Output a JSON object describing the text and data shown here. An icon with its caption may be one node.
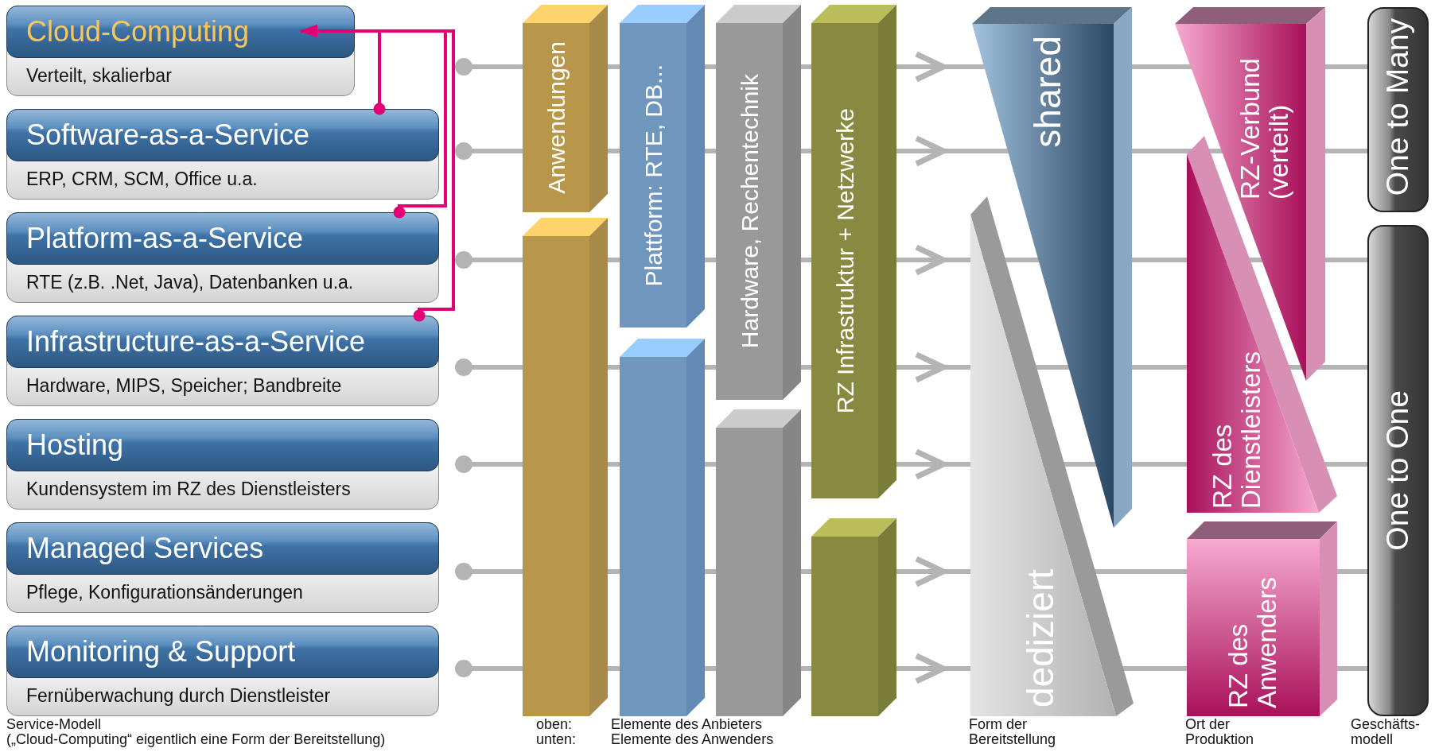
{
  "diagram": {
    "nodes": [
      {
        "text": [
          "Cloud-Computing",
          "Verteilt, skalierbar"
        ]
      },
      {
        "text": [
          "Software-as-a-Service",
          "ERP, CRM, SCM, Office u.a."
        ]
      },
      {
        "text": [
          "Platform-as-a-Service",
          "RTE (z.B. .Net, Java), Datenbanken u.a."
        ]
      },
      {
        "text": [
          "Infrastructure-as-a-Service",
          "Hardware, MIPS, Speicher; Bandbreite"
        ]
      },
      {
        "text": [
          "Hosting",
          "Kundensystem im RZ des Dienstleisters"
        ]
      },
      {
        "text": [
          "Managed Services",
          "Pflege, Konfigurationsänderungen"
        ]
      },
      {
        "text": [
          "Monitoring & Support",
          "Fernüberwachung durch Dienstleister"
        ]
      },
      {
        "text": [
          "Anwendungen"
        ]
      },
      {
        "text": [],
        "shape": "box"
      },
      {
        "text": [
          "Plattform: RTE, DB..."
        ]
      },
      {
        "text": [],
        "shape": "box"
      },
      {
        "text": [
          "Hardware, Rechentechnik"
        ]
      },
      {
        "text": [],
        "shape": "box"
      },
      {
        "text": [
          "RZ Infrastruktur + Netzwerke"
        ]
      },
      {
        "text": [],
        "shape": "box"
      },
      {
        "text": [
          "shared"
        ]
      },
      {
        "text": [
          "dediziert"
        ]
      },
      {
        "text": [
          "RZ-Verbund (verteilt)"
        ]
      },
      {
        "text": [
          "RZ des Dienstleisters"
        ]
      },
      {
        "text": [
          "RZ des Anwenders"
        ]
      },
      {
        "text": [
          "One to Many"
        ]
      },
      {
        "text": [
          "One to One"
        ]
      }
    ],
    "edges": [
      {
        "from": 1,
        "to": 0,
        "arrow": "to"
      },
      {
        "from": 2,
        "to": 0,
        "arrow": "to"
      },
      {
        "from": 3,
        "to": 0,
        "arrow": "to"
      }
    ],
    "labels": [
      "Service-Modell",
      "(„Cloud-Computing“ eigentlich eine Form der Bereitstellung)",
      "oben:",
      "unten:",
      "Elemente des Anbieters",
      "Elemente des Anwenders",
      "Form der Bereitstellung",
      "Ort der Produktion",
      "Geschäfts-modell"
    ]
  }
}
